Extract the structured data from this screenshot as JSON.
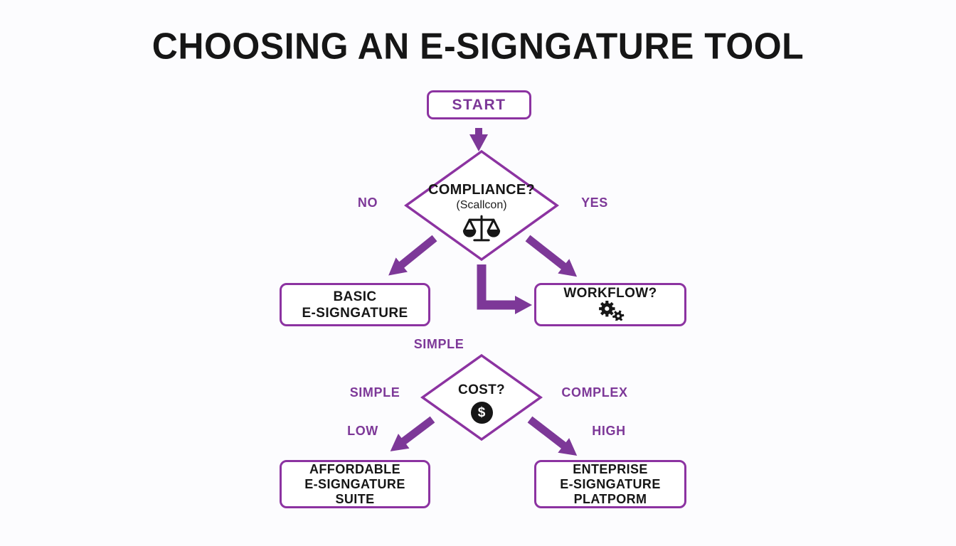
{
  "title": "CHOOSING AN E-SIGNGATURE TOOL",
  "colors": {
    "purple": "#7d3898",
    "node_border": "#8c33a1",
    "ink": "#161616",
    "background": "#fcfcfe"
  },
  "flowchart": {
    "start": {
      "label": "START"
    },
    "compliance_decision": {
      "label": "COMPLIANCE?",
      "sublabel": "(Scallcon)",
      "icon": "balance-scale-icon"
    },
    "basic_result": {
      "lines": [
        "BASIC",
        "E-SIGNGATURE"
      ]
    },
    "workflow_decision": {
      "label": "WORKFLOW?",
      "icon": "gears-icon"
    },
    "cost_decision": {
      "label": "COST?",
      "icon": "dollar-icon",
      "dollar_glyph": "$"
    },
    "affordable_result": {
      "lines": [
        "AFFORDABLE",
        "E-SIGNGATURE",
        "SUITE"
      ]
    },
    "enterprise_result": {
      "lines": [
        "ENTEPRISE",
        "E-SIGNGATURE",
        "PLATPORM"
      ]
    },
    "edge_labels": {
      "no": "NO",
      "yes": "YES",
      "simple_top": "SIMPLE",
      "simple_left": "SIMPLE",
      "complex": "COMPLEX",
      "low": "LOW",
      "high": "HIGH"
    }
  }
}
